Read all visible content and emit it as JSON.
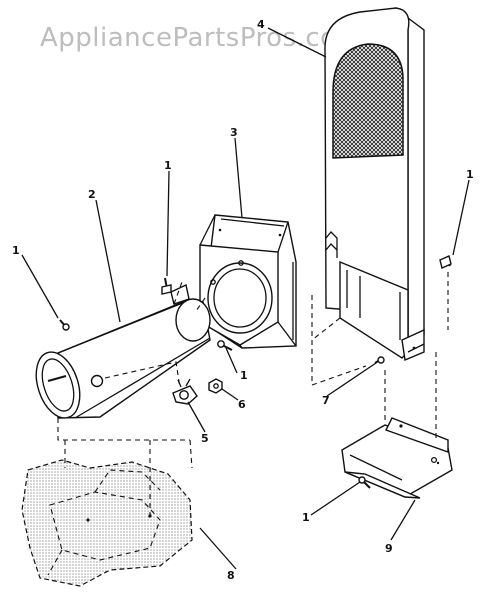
{
  "watermark": "AppliancePartsPros.com",
  "callouts": {
    "p1a": "1",
    "p1b": "1",
    "p1c": "1",
    "p1d": "1",
    "p1e": "1",
    "p2": "2",
    "p3": "3",
    "p4": "4",
    "p5": "5",
    "p6": "6",
    "p7": "7",
    "p8": "8",
    "p9": "9"
  }
}
